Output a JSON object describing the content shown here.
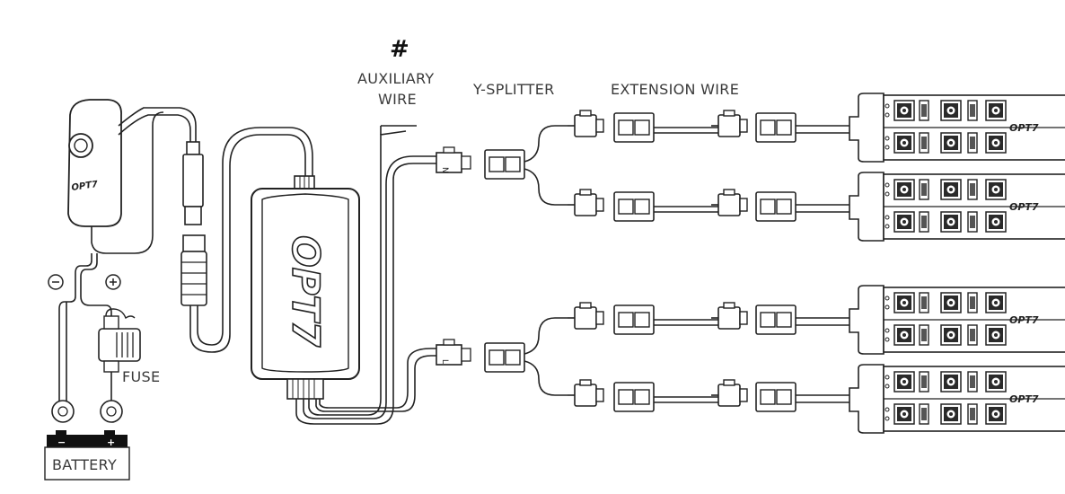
{
  "labels": {
    "hash": "#",
    "auxiliary_wire_line1": "AUXILIARY",
    "auxiliary_wire_line2": "WIRE",
    "y_splitter": "Y-SPLITTER",
    "extension_wire": "EXTENSION WIRE",
    "fuse": "FUSE",
    "battery": "BATTERY",
    "minus": "−",
    "plus": "+"
  },
  "branding": {
    "controller_logo": "OPT7",
    "remote_logo": "OPT7",
    "strip_logo": "OPT7"
  },
  "connector_marks": {
    "upper": "N",
    "lower": "L"
  },
  "colors": {
    "line": "#222222",
    "label": "#3a3a3a",
    "led_fill": "#2a2a2a"
  }
}
